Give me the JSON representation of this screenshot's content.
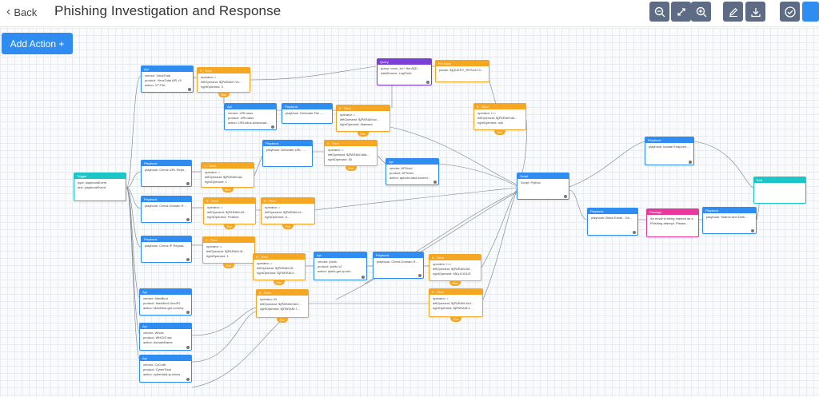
{
  "header": {
    "back_label": "Back",
    "title": "Phishing Investigation and Response",
    "toolbar": [
      {
        "name": "zoom-out-button",
        "icon": "zoom-out-icon"
      },
      {
        "name": "fit-to-screen-button",
        "icon": "collapse-arrows-icon"
      },
      {
        "name": "zoom-in-button",
        "icon": "zoom-in-icon"
      },
      {
        "name": "edit-button",
        "icon": "pencil-icon"
      },
      {
        "name": "download-button",
        "icon": "download-icon"
      },
      {
        "name": "validate-button",
        "icon": "check-circle-icon"
      },
      {
        "name": "save-button",
        "icon": ""
      }
    ]
  },
  "canvas": {
    "add_action_label": "Add Action +",
    "nodes": {
      "trigger": {
        "type": "Trigger",
        "body": "type: playbookEvent\ntext: playbookEvent"
      },
      "api_vt": {
        "type": "Api",
        "body": "vendor: VirusTotal\nproduct: VirusTotal API v3\naction: VT-File"
      },
      "if_vt": {
        "type": "If - Then",
        "body": "operator: >\nleftOperand: ${PARAM:72c...\nrightOperand: 3"
      },
      "query": {
        "type": "Query",
        "body": "query: norm_id=* file=${D...\ndataSource: LogPoint"
      },
      "foreach": {
        "type": "For Each",
        "body": "param: ${QUERY_RESULT:0..."
      },
      "api_urlhaus": {
        "type": "Api",
        "body": "vendor: URLhaus\nproduct: URLhaus\naction: URLhaus-download..."
      },
      "pb_detonate_file": {
        "type": "Playbook",
        "body": "playbook: Detonate File - ..."
      },
      "if_bc": {
        "type": "If - Then",
        "body": "operator: =\nleftOperand: ${PARAM:bc...\nrightOperand: Malware"
      },
      "if_null": {
        "type": "If - Then",
        "body": "operator: !==\nleftOperand: ${PARAM:dd...\nrightOperand: null"
      },
      "pb_isolate": {
        "type": "Playbook",
        "body": "playbook: Isolate Endpoint ..."
      },
      "end": {
        "type": "End",
        "body": ""
      },
      "pb_check_url": {
        "type": "Playbook",
        "body": "playbook: Check URL Repu..."
      },
      "if_url": {
        "type": "If - Then",
        "body": "operator: <\nleftOperand: ${PARAM:ad...\nrightOperand: 1"
      },
      "pb_detonate_url": {
        "type": "Playbook",
        "body": "playbook: Detonate URL - ..."
      },
      "if_50": {
        "type": "If - Then",
        "body": "operator: >\nleftOperand: ${PARAM:a5a...\nrightOperand: 50"
      },
      "api_apivoid": {
        "type": "Api",
        "body": "vendor: APIVoid\nproduct: APIVoid\naction: apivoid-iaba-screen..."
      },
      "script": {
        "type": "Script",
        "body": "Script: Python"
      },
      "pb_check_domain": {
        "type": "Playbook",
        "body": "playbook: Check Domain R..."
      },
      "if_positive": {
        "type": "If - Then",
        "body": "operator: =\nleftOperand: ${PARAM:49...\nrightOperand: Positive"
      },
      "if_dom2": {
        "type": "If - Then",
        "body": "operator: =\nleftOperand: ${PARAM:c1...\nrightOperand: d..."
      },
      "pb_block_email": {
        "type": "Playbook",
        "body": "playbook: Block Email - Ge..."
      },
      "passage": {
        "type": "Passage",
        "body": "An email is being marked as a\nPhishing attempt. Please..."
      },
      "pb_search_delete": {
        "type": "Playbook",
        "body": "playbook: Search and Dele..."
      },
      "pb_check_ip": {
        "type": "Playbook",
        "body": "playbook: Check IP Reputa..."
      },
      "if_ip": {
        "type": "If - Then",
        "body": "operator: <\nleftOperand: ${PARAM:4f...\nrightOperand: 1"
      },
      "if_ipinfo_pre": {
        "type": "If - Then",
        "body": "operator: =\nleftOperand: ${PARAM:4f...\nrightOperand: ${PARAM:4..."
      },
      "api_ipinfo": {
        "type": "Api",
        "body": "vendor: ipinfo\nproduct: ipinfo v2\naction: ipinfo-get-ip-info"
      },
      "pb_check_domain2": {
        "type": "Playbook",
        "body": "playbook: Check Domain R..."
      },
      "if_malicious": {
        "type": "If - Then",
        "body": "operator: !==\nleftOperand: ${PARAM:65...\nrightOperand: MALICIOUS"
      },
      "api_maxmind": {
        "type": "Api",
        "body": "vendor: MaxMind\nproduct: MaxMind GeoIP2\naction: MaxMind-get-country"
      },
      "if_in": {
        "type": "If - Then",
        "body": "operator: IN\nleftOperand: ${PARAM:5e1...\nrightOperand: ${PARAM:7..."
      },
      "if_final": {
        "type": "If - Then",
        "body": "operator: =\nleftOperand: ${PARAM:0e1...\nrightOperand: ${PARAM:4..."
      },
      "api_whois": {
        "type": "Api",
        "body": "vendor: Whois\nproduct: WHOIS api\naction: domainName"
      },
      "api_cycraft": {
        "type": "Api",
        "body": "vendor: CyCraft\nproduct: CyberTotal\naction: cybertotal-ip-whois"
      }
    },
    "branch_tab_label": "Else"
  }
}
